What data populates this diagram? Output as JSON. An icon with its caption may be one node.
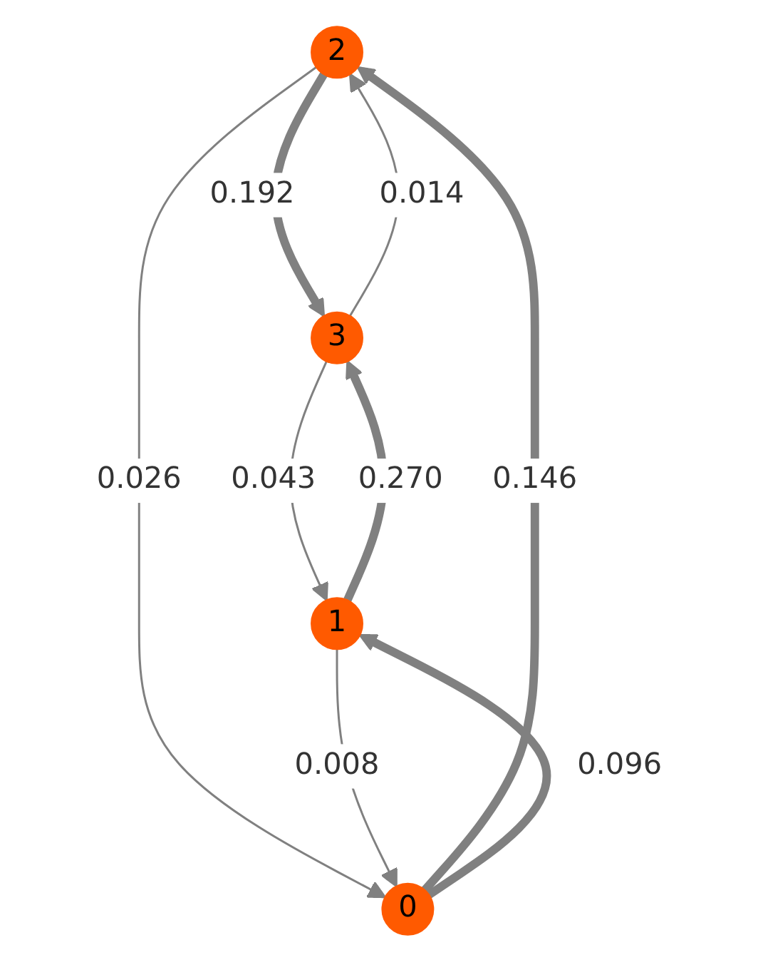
{
  "diagram": {
    "nodes": [
      {
        "text": [
          "2"
        ]
      },
      {
        "text": [
          "3"
        ]
      },
      {
        "text": [
          "0"
        ]
      },
      {
        "text": [
          "1"
        ]
      }
    ],
    "edges": [
      {
        "from": 0,
        "to": 1,
        "arrow": "to",
        "label": "0.192",
        "style": "thick"
      },
      {
        "from": 1,
        "to": 0,
        "arrow": "to",
        "label": "0.014"
      },
      {
        "from": 2,
        "to": 0,
        "arrow": "to",
        "label": "0.146",
        "style": "thick"
      },
      {
        "from": 0,
        "to": 2,
        "arrow": "to",
        "label": "0.026"
      },
      {
        "from": 1,
        "to": 3,
        "arrow": "to",
        "label": "0.043"
      },
      {
        "from": 3,
        "to": 1,
        "arrow": "to",
        "label": "0.270",
        "style": "thick"
      },
      {
        "from": 2,
        "to": 3,
        "arrow": "to",
        "label": "0.096",
        "style": "thick"
      },
      {
        "from": 3,
        "to": 2,
        "arrow": "to",
        "label": "0.008"
      }
    ]
  }
}
